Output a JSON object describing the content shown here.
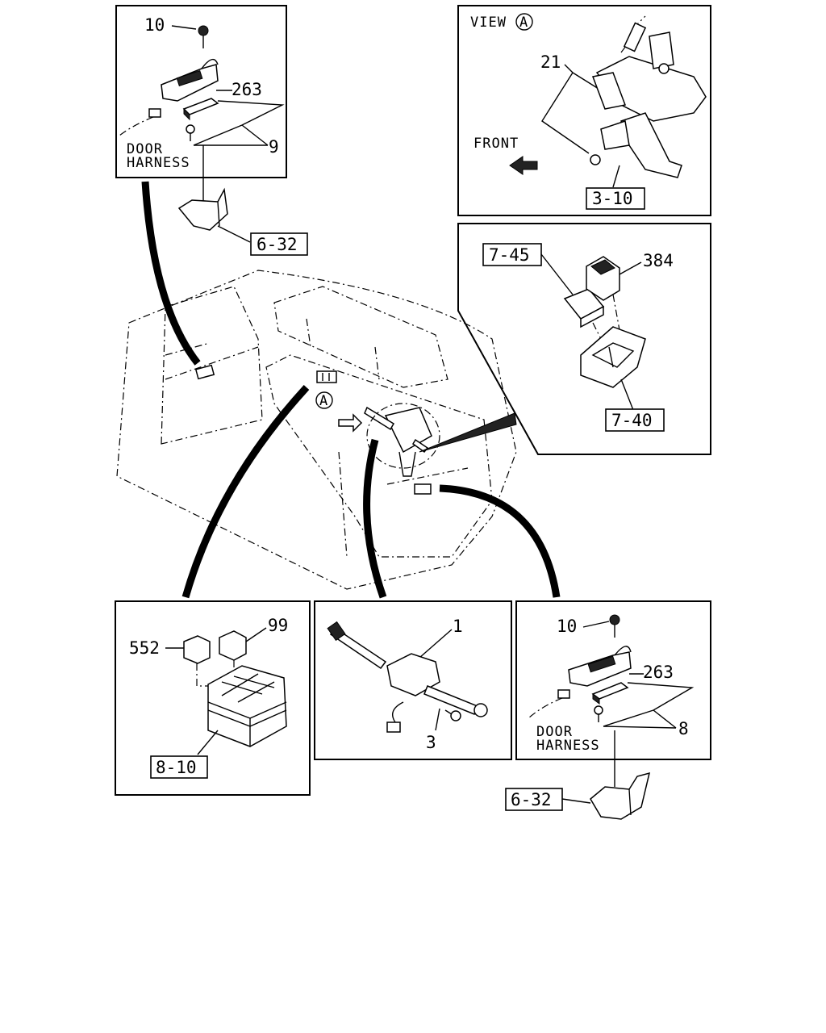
{
  "panels": {
    "door_switch_left": {
      "callouts": {
        "screw": "10",
        "switch_assembly": "263",
        "bracket": "9",
        "harness_line1": "DOOR",
        "harness_line2": "HARNESS"
      },
      "reference": "6-32"
    },
    "view_a": {
      "title": "VIEW",
      "title_marker": "A",
      "callouts": {
        "switch": "21",
        "direction": "FRONT"
      },
      "reference": "3-10"
    },
    "relay_detail": {
      "callouts": {
        "relay": "384"
      },
      "references": [
        "7-45",
        "7-40"
      ]
    },
    "relay_block": {
      "callouts": {
        "relay_a": "552",
        "relay_b": "99"
      },
      "reference": "8-10"
    },
    "combination_switch": {
      "callouts": {
        "switch": "1",
        "screw": "3"
      }
    },
    "door_switch_right": {
      "callouts": {
        "screw": "10",
        "switch_assembly": "263",
        "bracket": "8",
        "harness_line1": "DOOR",
        "harness_line2": "HARNESS"
      },
      "reference": "6-32"
    }
  },
  "vehicle": {
    "view_marker": "A"
  }
}
